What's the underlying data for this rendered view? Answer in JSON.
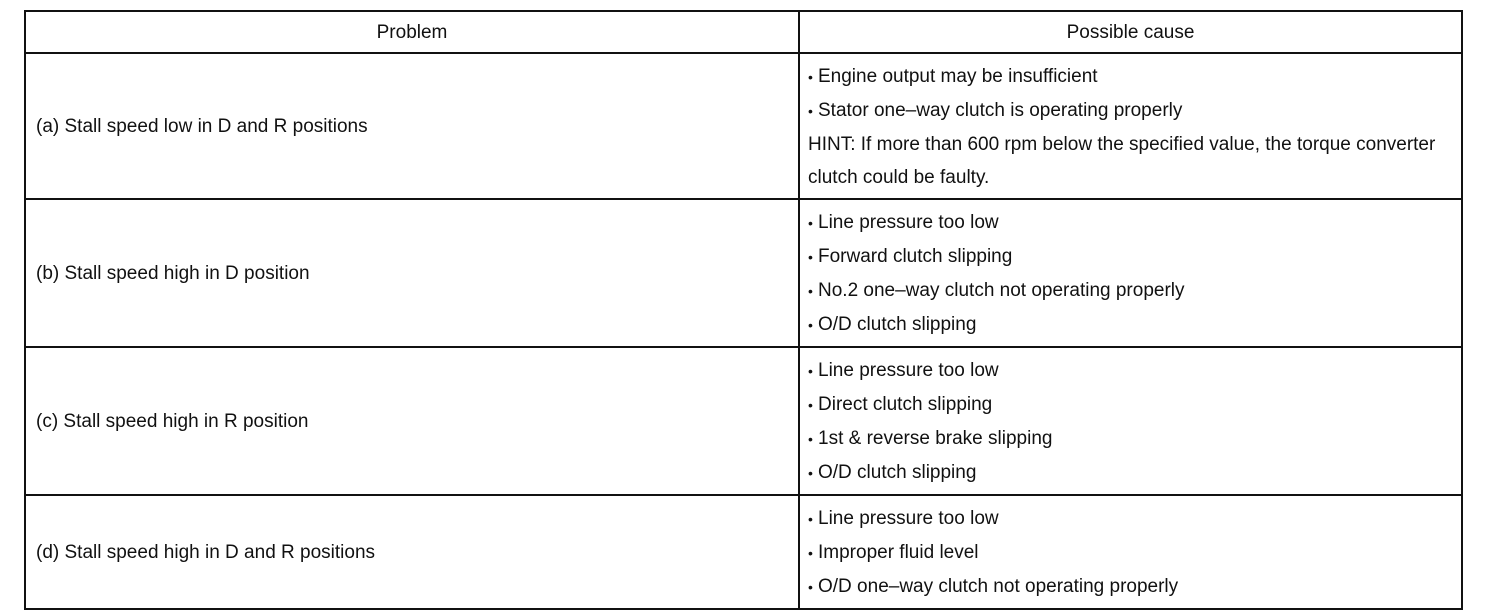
{
  "table": {
    "headers": {
      "problem": "Problem",
      "cause": "Possible cause"
    },
    "rows": [
      {
        "problem": "(a) Stall speed low in D and R positions",
        "causes": [
          "Engine output may be insufficient",
          "Stator one–way clutch is operating properly"
        ],
        "hint": "HINT: If more than 600 rpm below the specified value, the torque converter clutch could be faulty."
      },
      {
        "problem": "(b) Stall speed high in D position",
        "causes": [
          "Line pressure too low",
          "Forward clutch slipping",
          "No.2 one–way clutch not operating properly",
          "O/D clutch slipping"
        ]
      },
      {
        "problem": "(c) Stall speed high in R position",
        "causes": [
          "Line pressure too low",
          "Direct clutch slipping",
          "1st & reverse brake slipping",
          "O/D clutch slipping"
        ]
      },
      {
        "problem": "(d) Stall speed high in D and R positions",
        "causes": [
          "Line pressure too low",
          "Improper fluid level",
          "O/D one–way clutch not operating properly"
        ]
      }
    ]
  }
}
